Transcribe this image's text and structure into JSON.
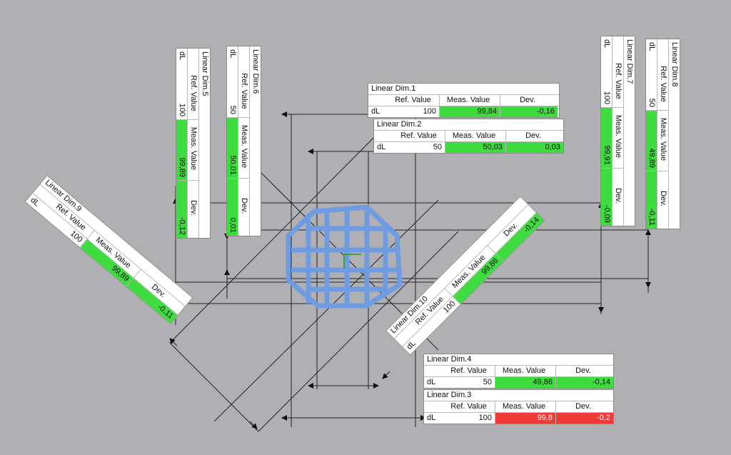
{
  "colors": {
    "background": "#b0b0b4",
    "pass": "#3fdc3f",
    "fail": "#ee3b35",
    "part": "#6f9be0"
  },
  "labels": {
    "ref": "Ref. Value",
    "meas": "Meas. Value",
    "dev": "Dev.",
    "row": "dL"
  },
  "dims": {
    "d1": {
      "title": "Linear Dim.1",
      "ref": "100",
      "meas": "99,84",
      "dev": "-0,16",
      "status": "ok"
    },
    "d2": {
      "title": "Linear Dim.2",
      "ref": "50",
      "meas": "50,03",
      "dev": "0,03",
      "status": "ok"
    },
    "d3": {
      "title": "Linear Dim.3",
      "ref": "100",
      "meas": "99,8",
      "dev": "-0,2",
      "status": "bad"
    },
    "d4": {
      "title": "Linear Dim.4",
      "ref": "50",
      "meas": "49,86",
      "dev": "-0,14",
      "status": "ok"
    },
    "d5": {
      "title": "Linear Dim.5",
      "ref": "100",
      "meas": "99,89",
      "dev": "-0,12",
      "status": "ok"
    },
    "d6": {
      "title": "Linear Dim.6",
      "ref": "50",
      "meas": "50,01",
      "dev": "0,01",
      "status": "ok"
    },
    "d7": {
      "title": "Linear Dim.7",
      "ref": "100",
      "meas": "99,91",
      "dev": "-0,09",
      "status": "ok"
    },
    "d8": {
      "title": "Linear Dim.8",
      "ref": "50",
      "meas": "49,89",
      "dev": "-0,11",
      "status": "ok"
    },
    "d9": {
      "title": "Linear Dim.9",
      "ref": "100",
      "meas": "99,89",
      "dev": "-0,11",
      "status": "ok"
    },
    "d10": {
      "title": "Linear Dim.10",
      "ref": "100",
      "meas": "99,86",
      "dev": "-0,14",
      "status": "ok"
    }
  }
}
